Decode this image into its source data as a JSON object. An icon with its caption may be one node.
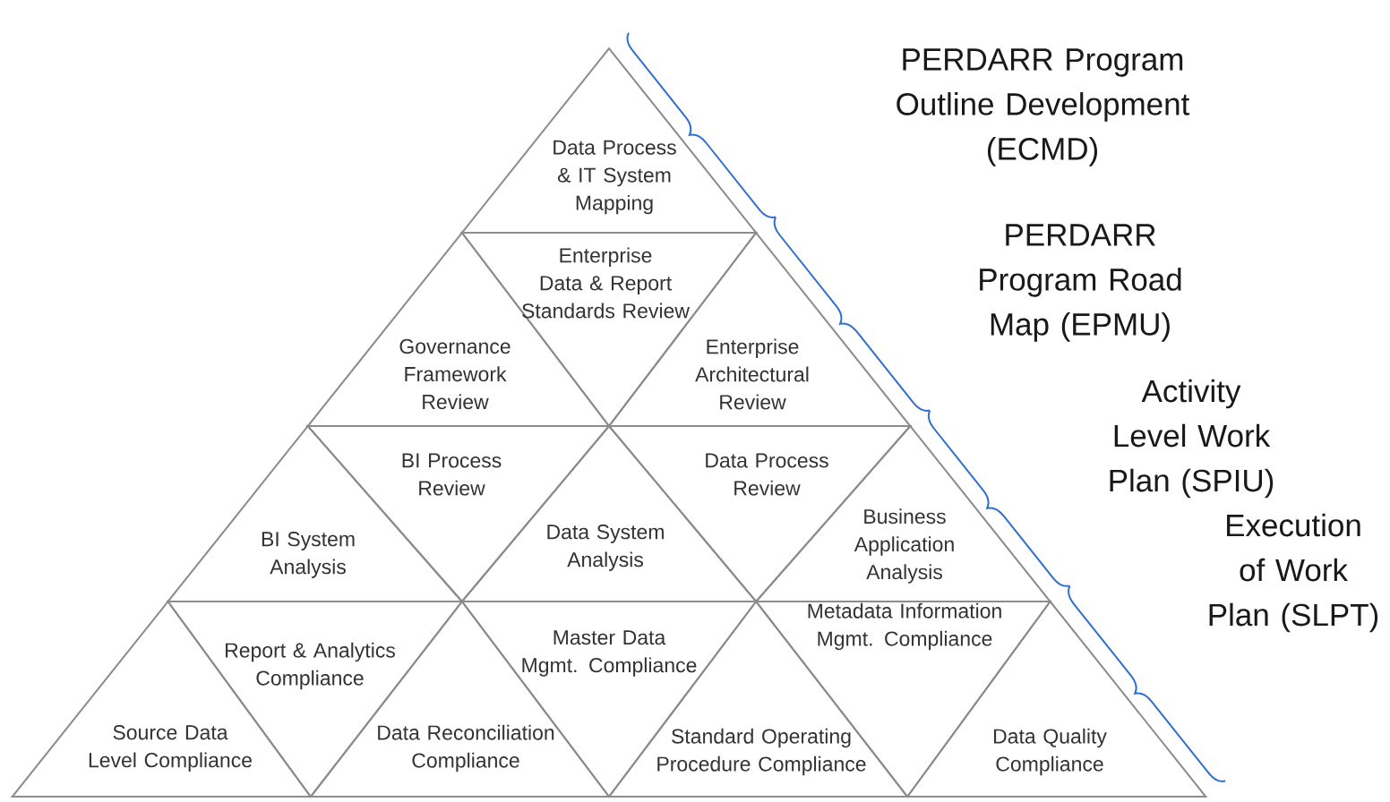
{
  "diagram": {
    "nodes": [
      {
        "text": [
          "Data Process & IT System Mapping"
        ]
      },
      {
        "text": [
          "Governance Framework Review"
        ]
      },
      {
        "text": [
          "Enterprise Data & Report Standards Review"
        ]
      },
      {
        "text": [
          "Enterprise Architectural Review"
        ]
      },
      {
        "text": [
          "BI System Analysis"
        ]
      },
      {
        "text": [
          "BI Process Review"
        ]
      },
      {
        "text": [
          "Data System Analysis"
        ]
      },
      {
        "text": [
          "Data Process Review"
        ]
      },
      {
        "text": [
          "Business Application Analysis"
        ]
      },
      {
        "text": [
          "Source Data Level Compliance"
        ]
      },
      {
        "text": [
          "Report & Analytics Compliance"
        ]
      },
      {
        "text": [
          "Data Reconciliation Compliance"
        ]
      },
      {
        "text": [
          "Master Data Mgmt. Compliance"
        ]
      },
      {
        "text": [
          "Standard Operating Procedure Compliance"
        ]
      },
      {
        "text": [
          "Metadata Information Mgmt. Compliance"
        ]
      },
      {
        "text": [
          "Data Quality Compliance"
        ]
      }
    ],
    "labels": [
      "PERDARR Program Outline Development (ECMD)",
      "PERDARR Program Road Map (EPMU)",
      "Activity Level Work Plan (SPIU)",
      "Execution of Work Plan (SLPT)"
    ]
  }
}
